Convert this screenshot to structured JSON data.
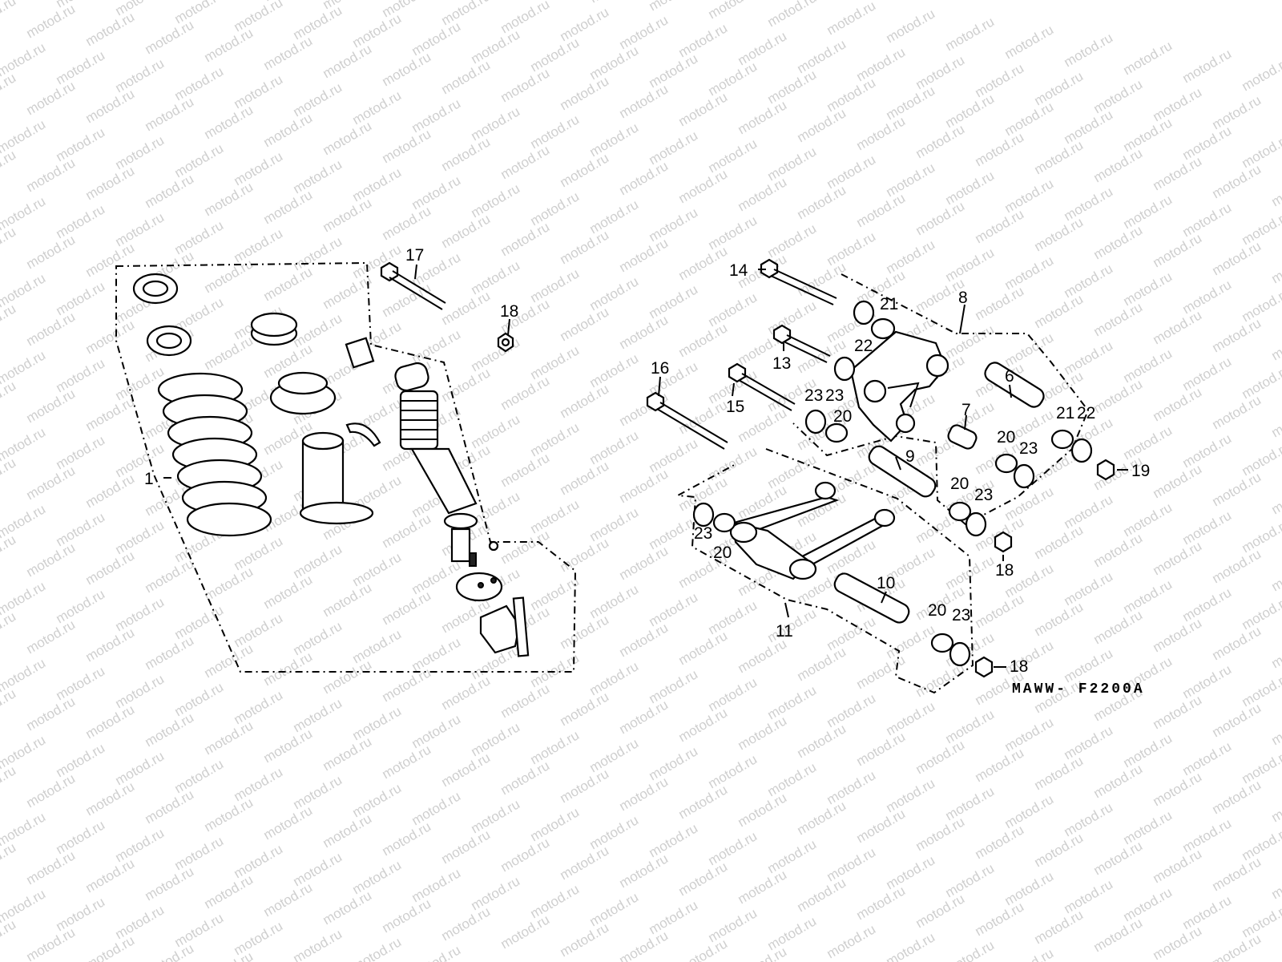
{
  "watermark": "motod.ru",
  "diagram_code": "MAWW- F2200A",
  "callouts": {
    "c1": "1",
    "c6": "6",
    "c7": "7",
    "c8": "8",
    "c9": "9",
    "c10": "10",
    "c11": "11",
    "c13": "13",
    "c14": "14",
    "c15": "15",
    "c16": "16",
    "c17": "17",
    "c18a": "18",
    "c18b": "18",
    "c18c": "18",
    "c19": "19",
    "c20a": "20",
    "c20b": "20",
    "c20c": "20",
    "c20d": "20",
    "c20e": "20",
    "c21a": "21",
    "c21b": "21",
    "c22a": "22",
    "c22b": "22",
    "c23a": "23",
    "c23b": "23",
    "c23c": "23",
    "c23d": "23",
    "c23e": "23",
    "c23f": "23"
  }
}
